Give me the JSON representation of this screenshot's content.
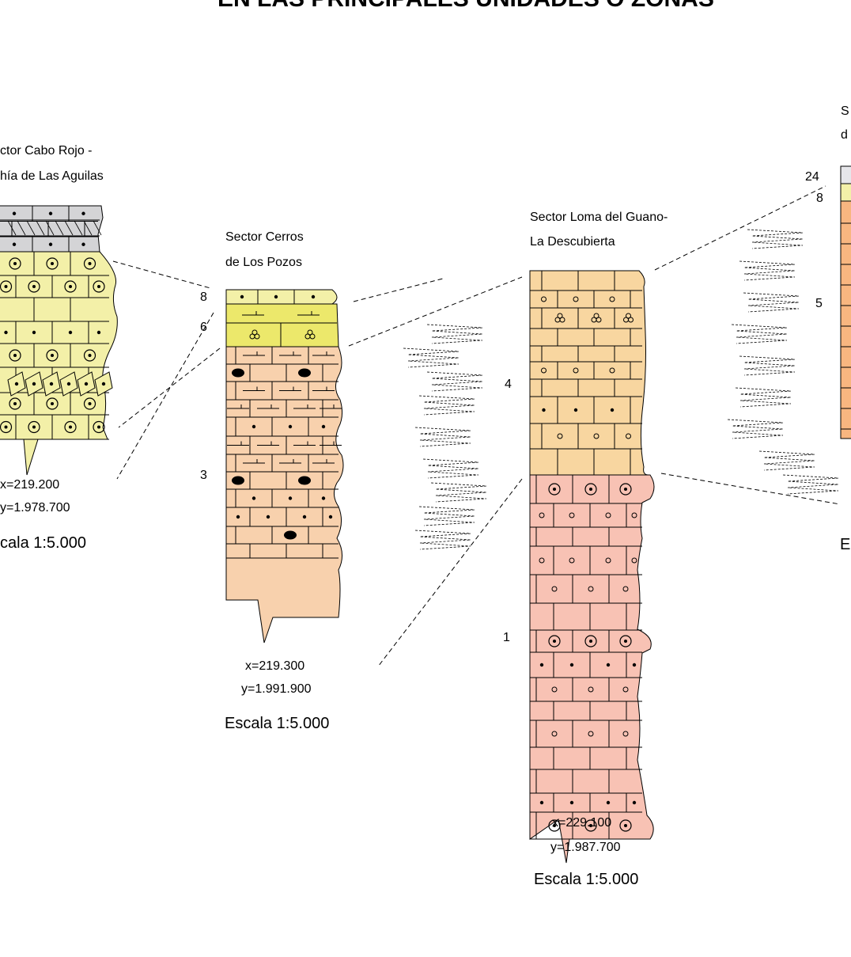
{
  "title": "EN LAS PRINCIPALES UNIDADES O ZONAS",
  "colors": {
    "yellow_light": "#f3f0a8",
    "yellow_strong": "#ece86b",
    "grey": "#d4d4d6",
    "peach": "#f8d1ad",
    "tan": "#f8d6a0",
    "pink": "#f8c2b4",
    "orange": "#f8b680",
    "line": "#000000"
  },
  "columns": [
    {
      "id": "cabo-rojo",
      "title_lines": [
        "ctor Cabo Rojo -",
        "hía de Las Aguilas"
      ],
      "coords": [
        "x=219.200",
        "y=1.978.700"
      ],
      "scale": "cala 1:5.000"
    },
    {
      "id": "cerros-pozos",
      "title_lines": [
        "Sector Cerros",
        "de Los Pozos"
      ],
      "coords": [
        "x=219.300",
        "y=1.991.900"
      ],
      "scale": "Escala 1:5.000"
    },
    {
      "id": "loma-guano",
      "title_lines": [
        "Sector Loma del Guano-",
        "La Descubierta"
      ],
      "coords": [
        "x=229.100",
        "y=1.987.700"
      ],
      "scale": "Escala 1:5.000"
    },
    {
      "id": "right-partial",
      "title_lines": [
        "S",
        "d"
      ],
      "scale": "E"
    }
  ],
  "unit_labels": [
    "8",
    "6",
    "3",
    "4",
    "1",
    "24",
    "8",
    "5"
  ]
}
